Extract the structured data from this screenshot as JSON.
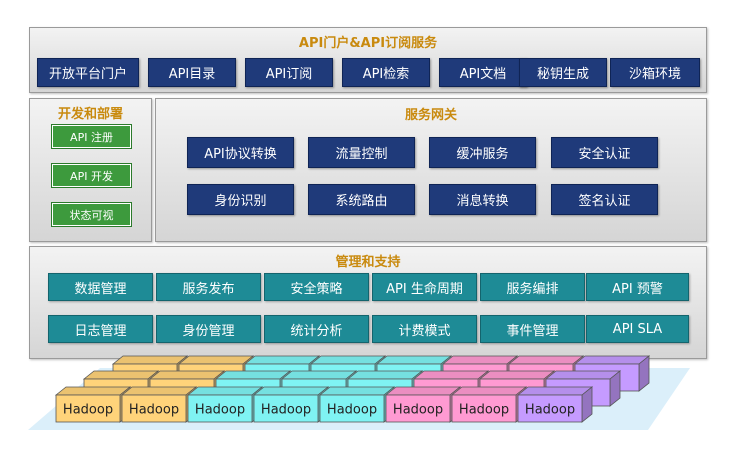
{
  "api_portal": {
    "title": "API门户&API订阅服务",
    "items": [
      "开放平台门户",
      "API目录",
      "API订阅",
      "API检索",
      "API文档",
      "秘钥生成",
      "沙箱环境"
    ]
  },
  "dev_deploy": {
    "title": "开发和部署",
    "items": [
      "API 注册",
      "API 开发",
      "状态可视"
    ]
  },
  "gateway": {
    "title": "服务网关",
    "items": [
      "API协议转换",
      "流量控制",
      "缓冲服务",
      "安全认证",
      "身份识别",
      "系统路由",
      "消息转换",
      "签名认证"
    ]
  },
  "management": {
    "title": "管理和支持",
    "items": [
      "数据管理",
      "服务发布",
      "安全策略",
      "API 生命周期",
      "服务编排",
      "API 预警",
      "日志管理",
      "身份管理",
      "统计分析",
      "计费模式",
      "事件管理",
      "API SLA"
    ]
  },
  "hadoop": {
    "label": "Hadoop",
    "front_colors": [
      "#ffd37a",
      "#ffd37a",
      "#7ff3f3",
      "#7ff3f3",
      "#7ff3f3",
      "#ff9ad2",
      "#ff9ad2",
      "#c59bff"
    ],
    "platform_color": "#dbeffa"
  }
}
